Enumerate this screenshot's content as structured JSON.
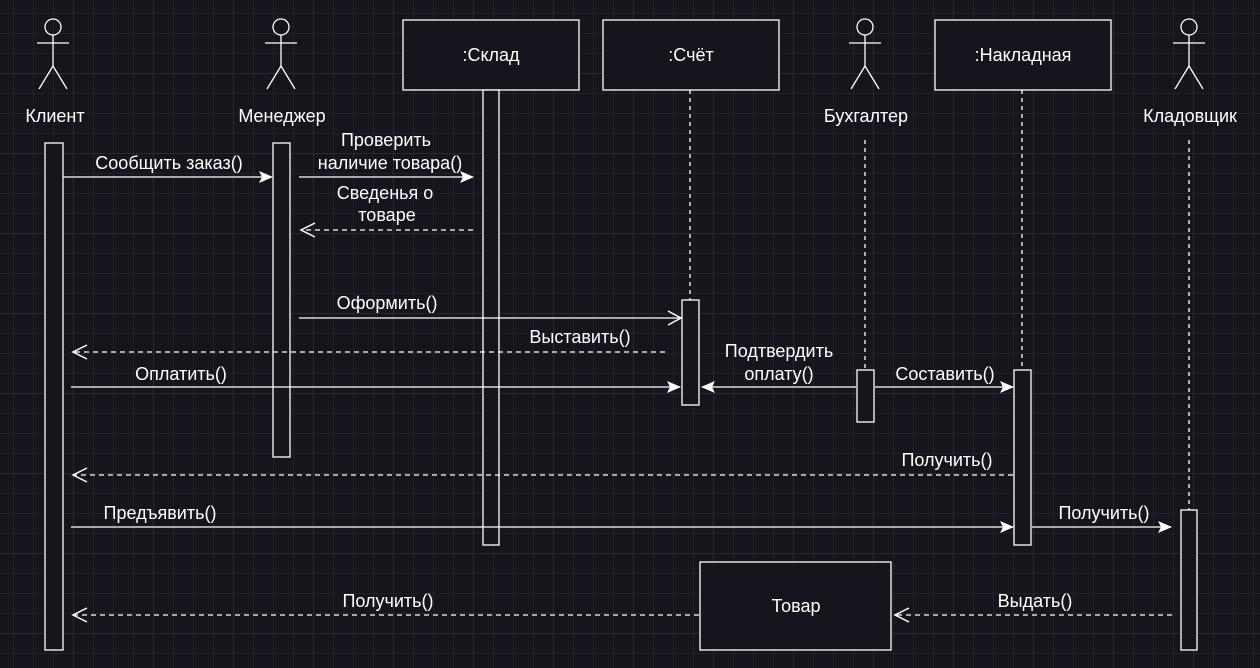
{
  "colors": {
    "background": "#18141d",
    "stroke": "#ffffff",
    "box_fill": "#18141d",
    "text": "#ffffff"
  },
  "actors": {
    "client": "Клиент",
    "manager": "Менеджер",
    "accountant": "Бухгалтер",
    "storekeeper": "Кладовщик"
  },
  "objects": {
    "warehouse": ":Склад",
    "invoice": ":Счёт",
    "waybill": ":Накладная",
    "goods": "Товар"
  },
  "messages": {
    "report_order": "Сообщить заказ()",
    "check_stock_1": "Проверить",
    "check_stock_2": "наличие товара()",
    "goods_info_1": "Сведенья о",
    "goods_info_2": "товаре",
    "issue": "Оформить()",
    "bill": "Выставить()",
    "pay": "Оплатить()",
    "confirm_1": "Подтвердить",
    "confirm_2": "оплату()",
    "compose": "Составить()",
    "receive_waybill": "Получить()",
    "present": "Предъявить()",
    "receive_store": "Получить()",
    "give_out": "Выдать()",
    "receive_goods": "Получить()"
  }
}
